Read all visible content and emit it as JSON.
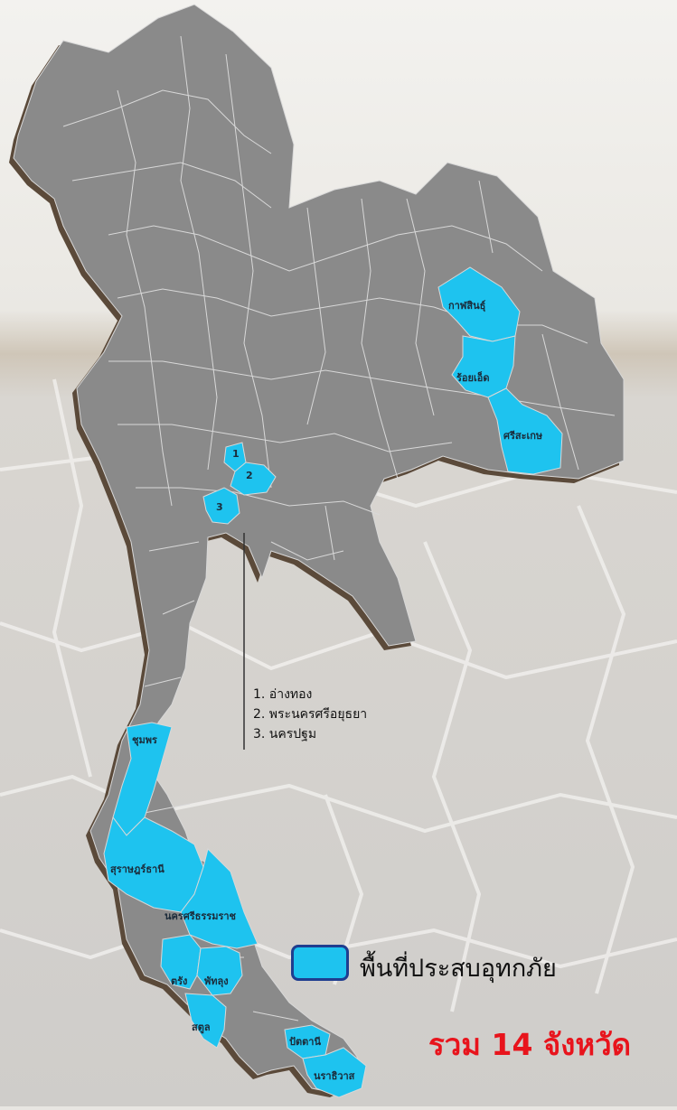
{
  "colors": {
    "land": "#8a8a8a",
    "shadow": "#5b4a3a",
    "affected": "#1ec3ef",
    "border": "#d8d8d8",
    "total_text": "#e8141c"
  },
  "provinces": {
    "kalasin": "กาฬสินธุ์",
    "roi_et": "ร้อยเอ็ด",
    "sisaket": "ศรีสะเกษ",
    "chumphon": "ชุมพร",
    "surat": "สุราษฎร์ธานี",
    "nakhon_si": "นครศรีธรรมราช",
    "trang": "ตรัง",
    "phatthalung": "พัทลุง",
    "satun": "สตูล",
    "pattani": "ปัตตานี",
    "narathiwat": "นราธิวาส"
  },
  "central_markers": {
    "m1": "1",
    "m2": "2",
    "m3": "3"
  },
  "callout": {
    "item1": "1. อ่างทอง",
    "item2": "2. พระนครศรีอยุธยา",
    "item3": "3. นครปฐม"
  },
  "legend": {
    "label": "พื้นที่ประสบอุทกภัย"
  },
  "total": "รวม 14 จังหวัด"
}
